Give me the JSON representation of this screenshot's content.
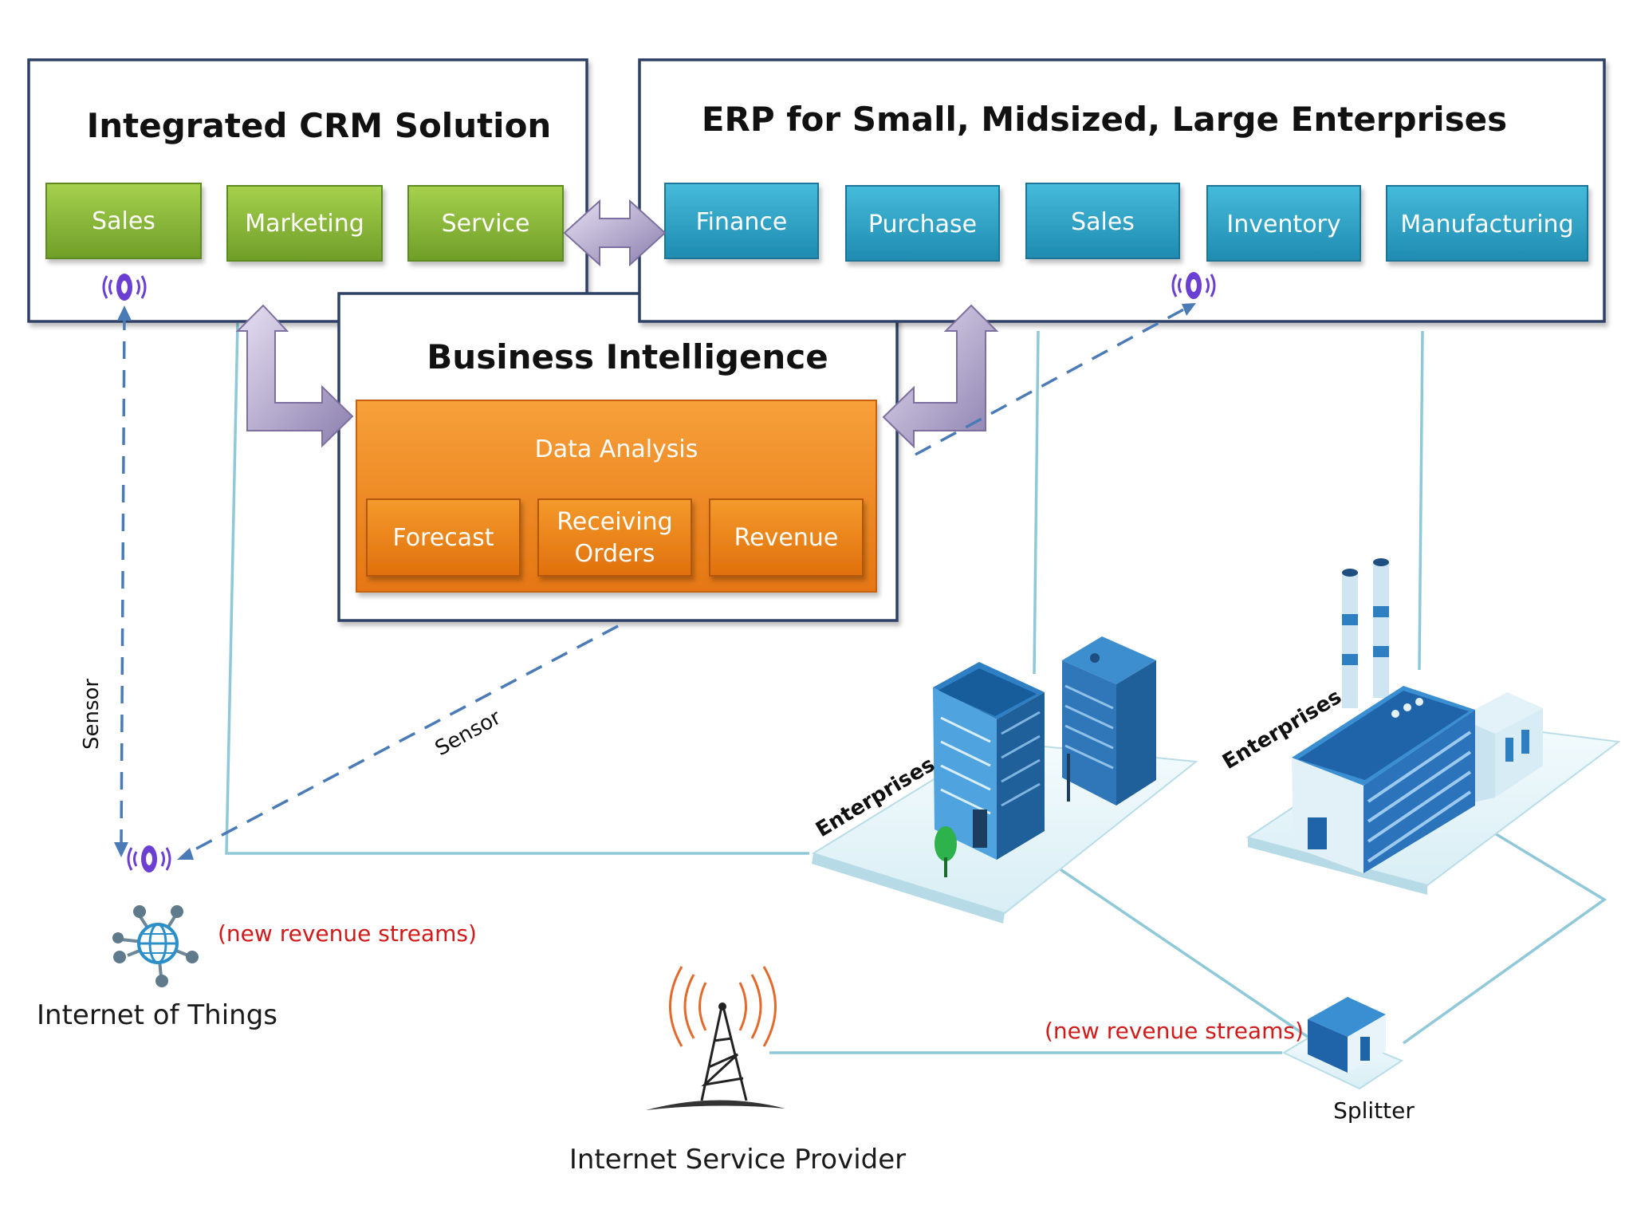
{
  "crm": {
    "title": "Integrated CRM Solution",
    "modules": [
      "Sales",
      "Marketing",
      "Service"
    ]
  },
  "erp": {
    "title": "ERP for Small, Midsized, Large Enterprises",
    "modules": [
      "Finance",
      "Purchase",
      "Sales",
      "Inventory",
      "Manufacturing"
    ]
  },
  "bi": {
    "title": "Business Intelligence",
    "panel_title": "Data Analysis",
    "modules": [
      "Forecast",
      "Receiving",
      "Orders",
      "Revenue"
    ]
  },
  "labels": {
    "sensor_vertical": "Sensor",
    "sensor_diagonal": "Sensor",
    "new_revenue_iot": "(new revenue streams)",
    "new_revenue_isp": "(new revenue streams)",
    "iot": "Internet of Things",
    "isp": "Internet Service Provider",
    "splitter": "Splitter",
    "enterprises_office": "Enterprises",
    "enterprises_factory": "Enterprises"
  },
  "colors": {
    "crm_green": "#8dbf3a",
    "erp_blue": "#2fa6c8",
    "bi_orange": "#f08a1c",
    "sensor_purple": "#6a3fd1",
    "dash_blue": "#4a7bb7",
    "line_cyan": "#8fc8d8",
    "building_blue": "#2e7fc2"
  }
}
